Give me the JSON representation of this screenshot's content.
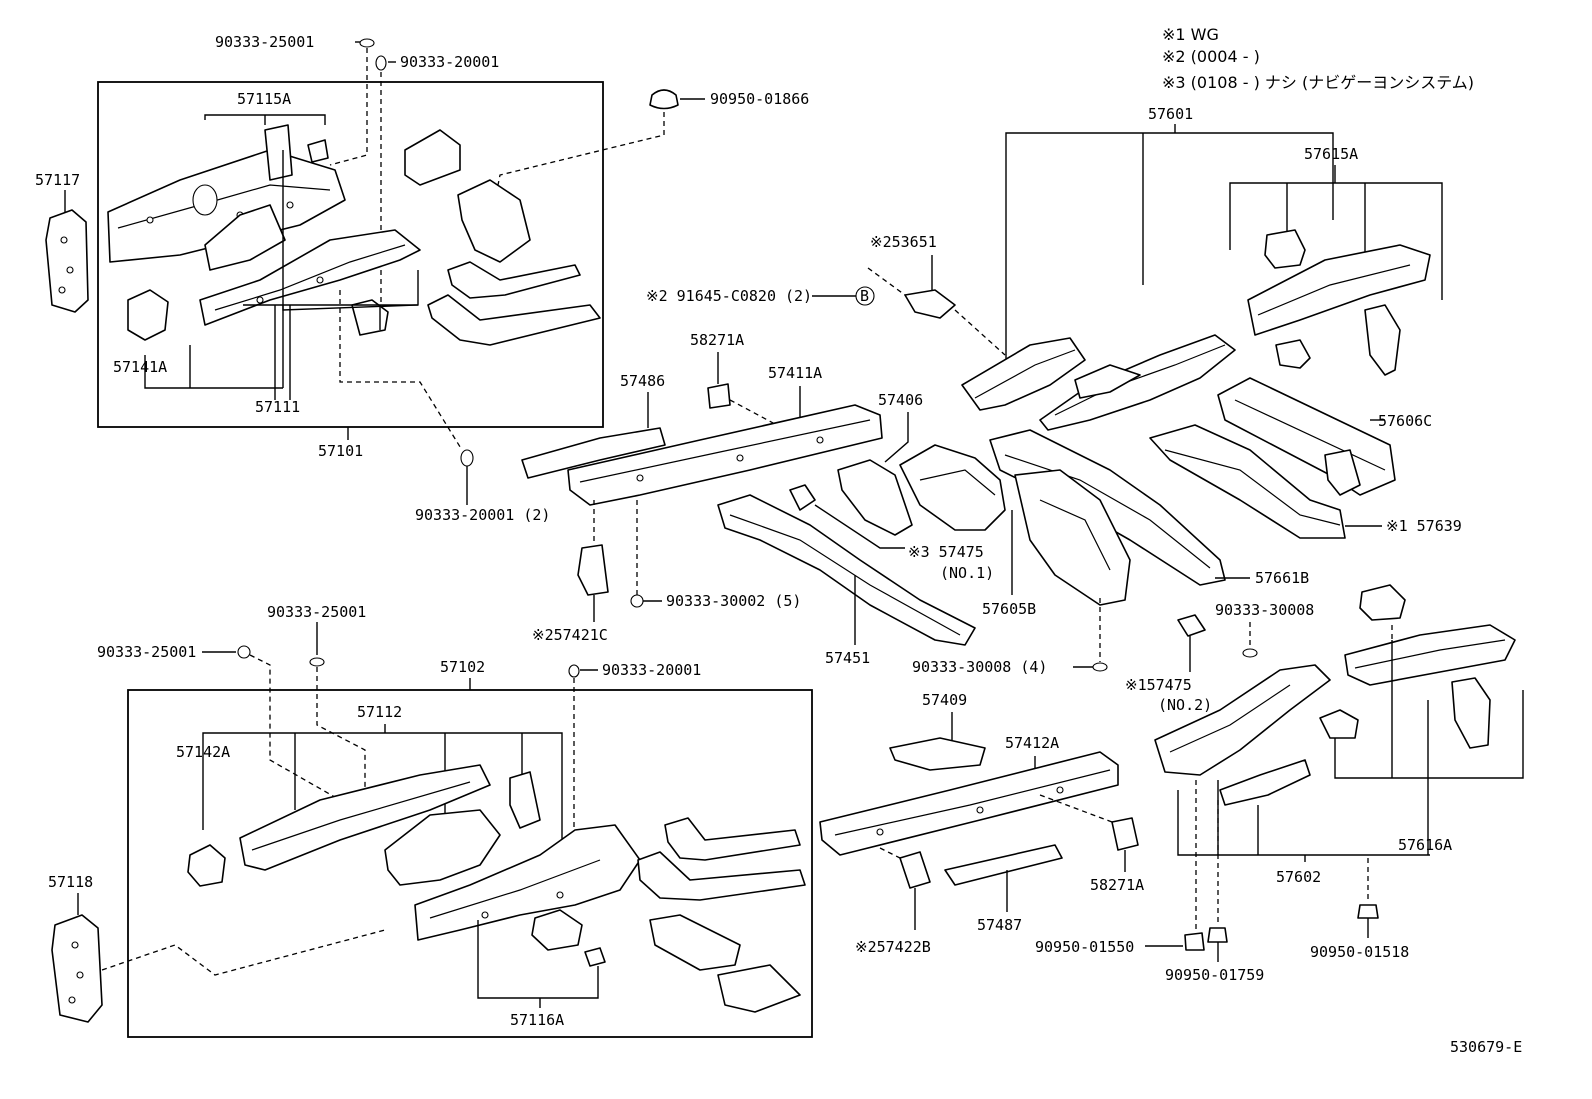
{
  "notes": {
    "n1": "※1 WG",
    "n2": "※2 (0004 -      )",
    "n3": "※3 (0108 -      ) ナシ (ナビゲーヨンシステム)"
  },
  "doc_id": "530679-E",
  "labels": {
    "p90333_25001_a": "90333-25001",
    "p90333_20001_a": "90333-20001",
    "p90950_01866": "90950-01866",
    "p57115A": "57115A",
    "p57117": "57117",
    "p57141A": "57141A",
    "p57111": "57111",
    "p57101": "57101",
    "p90333_20001_b": "90333-20001 (2)",
    "p57601": "57601",
    "p57615A": "57615A",
    "p253651": "※253651",
    "p91645": "※2 91645-C0820 (2)",
    "bolt_b": "B",
    "p58271A_a": "58271A",
    "p57486": "57486",
    "p57411A": "57411A",
    "p57406": "57406",
    "p57606C": "57606C",
    "p57639": "※1 57639",
    "p57475_1": "※3 57475",
    "p57475_1b": "(NO.1)",
    "p57661B": "57661B",
    "p57605B": "57605B",
    "p257421C": "※257421C",
    "p90333_30002": "90333-30002 (5)",
    "p57451": "57451",
    "p90333_30008_a": "90333-30008",
    "p90333_30008_b": "90333-30008 (4)",
    "p57475_2": "※157475",
    "p57475_2b": "(NO.2)",
    "p90333_25001_b": "90333-25001",
    "p90333_25001_c": "90333-25001",
    "p57102": "57102",
    "p90333_20001_c": "90333-20001",
    "p57112": "57112",
    "p57142A": "57142A",
    "p57118": "57118",
    "p57116A": "57116A",
    "p57409": "57409",
    "p57412A": "57412A",
    "p58271A_b": "58271A",
    "p57487": "57487",
    "p257422B": "※257422B",
    "p90950_01550": "90950-01550",
    "p90950_01759": "90950-01759",
    "p57602": "57602",
    "p57616A": "57616A",
    "p90950_01518": "90950-01518"
  }
}
